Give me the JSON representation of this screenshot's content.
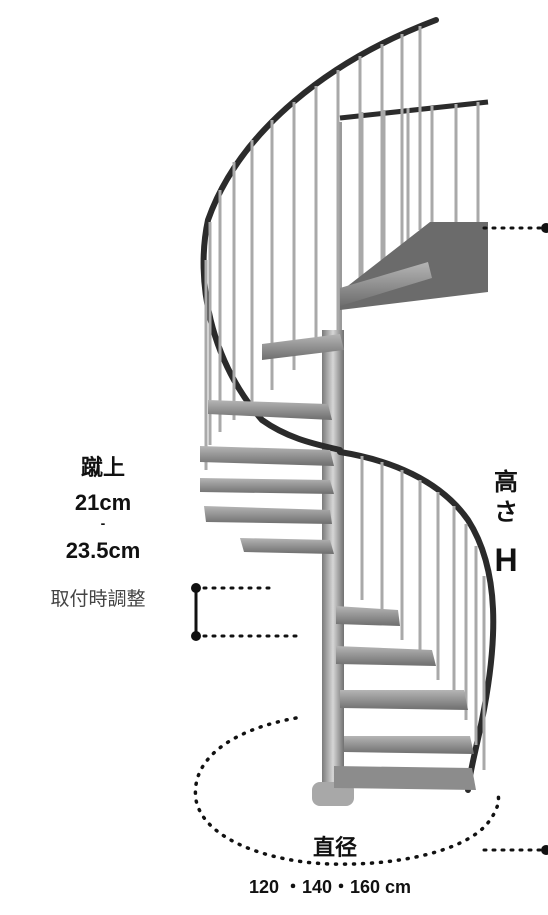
{
  "labels": {
    "riser": "蹴上",
    "riser_min": "21cm",
    "riser_dash": "-",
    "riser_max": "23.5cm",
    "riser_note": "取付時調整",
    "height_1": "高",
    "height_2": "さ",
    "height_symbol": "H",
    "diameter": "直径",
    "diameter_sizes": "120 ・140・160 cm"
  },
  "colors": {
    "metal": "#9a9a9a",
    "metal_dark": "#555555",
    "handrail": "#2b2b2b",
    "step": "#7d7d7d",
    "step_light": "#b9b9b9",
    "annotation": "#111111"
  },
  "icons": [
    "spiral-staircase-illustration",
    "riser-bracket-icon",
    "diameter-ellipse-icon"
  ]
}
